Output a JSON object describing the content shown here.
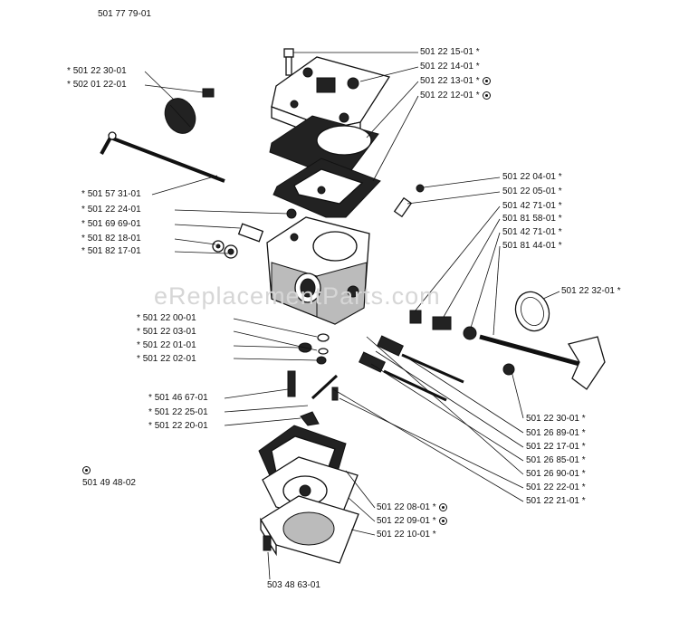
{
  "header": {
    "assembly_number": "501 77 79-01"
  },
  "watermark": "eReplacementParts.com",
  "legend": {
    "symbol_code": "501 49 48-02"
  },
  "callouts": {
    "top_right": [
      {
        "part": "501 22 15-01",
        "mark": "*",
        "symbol": false
      },
      {
        "part": "501 22 14-01",
        "mark": "*",
        "symbol": false
      },
      {
        "part": "501 22 13-01",
        "mark": "*",
        "symbol": true
      },
      {
        "part": "501 22 12-01",
        "mark": "*",
        "symbol": true
      }
    ],
    "left_top": [
      {
        "part": "501 22 30-01",
        "mark": "*"
      },
      {
        "part": "502 01 22-01",
        "mark": "*"
      }
    ],
    "left_mid": [
      {
        "part": "501 57 31-01",
        "mark": "*"
      },
      {
        "part": "501 22 24-01",
        "mark": "*"
      },
      {
        "part": "501 69 69-01",
        "mark": "*"
      },
      {
        "part": "501 82 18-01",
        "mark": "*"
      },
      {
        "part": "501 82 17-01",
        "mark": "*"
      }
    ],
    "right_mid": [
      {
        "part": "501 22 04-01",
        "mark": "*"
      },
      {
        "part": "501 22 05-01",
        "mark": "*"
      },
      {
        "part": "501 42 71-01",
        "mark": "*"
      },
      {
        "part": "501 81 58-01",
        "mark": "*"
      },
      {
        "part": "501 42 71-01",
        "mark": "*"
      },
      {
        "part": "501 81 44-01",
        "mark": "*"
      }
    ],
    "right_disc": {
      "part": "501 22 32-01",
      "mark": "*"
    },
    "left_lower": [
      {
        "part": "501 22 00-01",
        "mark": "*"
      },
      {
        "part": "501 22 03-01",
        "mark": "*"
      },
      {
        "part": "501 22 01-01",
        "mark": "*"
      },
      {
        "part": "501 22 02-01",
        "mark": "*"
      }
    ],
    "left_bottom": [
      {
        "part": "501 46 67-01",
        "mark": "*"
      },
      {
        "part": "501 22 25-01",
        "mark": "*"
      },
      {
        "part": "501 22 20-01",
        "mark": "*"
      }
    ],
    "right_lower": [
      {
        "part": "501 22 30-01",
        "mark": "*"
      },
      {
        "part": "501 26 89-01",
        "mark": "*"
      },
      {
        "part": "501 22 17-01",
        "mark": "*"
      },
      {
        "part": "501 26 85-01",
        "mark": "*"
      },
      {
        "part": "501 26 90-01",
        "mark": "*"
      },
      {
        "part": "501 22 22-01",
        "mark": "*"
      },
      {
        "part": "501 22 21-01",
        "mark": "*"
      }
    ],
    "bottom_center": [
      {
        "part": "501 22 08-01",
        "mark": "*",
        "symbol": true
      },
      {
        "part": "501 22 09-01",
        "mark": "*",
        "symbol": true
      },
      {
        "part": "501 22 10-01",
        "mark": "*",
        "symbol": false
      }
    ],
    "bottom_left": {
      "part": "503 48 63-01"
    }
  }
}
